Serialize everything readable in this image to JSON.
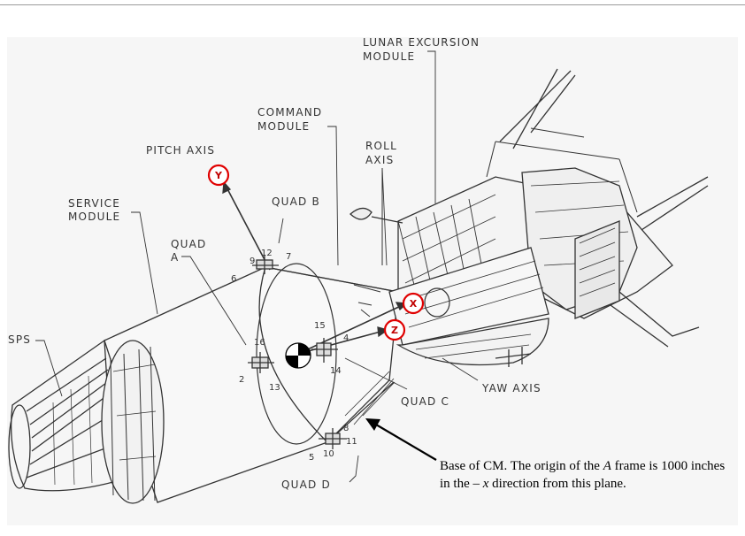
{
  "labels": {
    "lm_line1": "LUNAR EXCURSION",
    "lm_line2": "MODULE",
    "cm_line1": "COMMAND",
    "cm_line2": "MODULE",
    "roll_line1": "ROLL",
    "roll_line2": "AXIS",
    "pitch_axis": "PITCH AXIS",
    "sm_line1": "SERVICE",
    "sm_line2": "MODULE",
    "quad_b": "QUAD B",
    "quad_a_line1": "QUAD",
    "quad_a_line2": "A",
    "sps": "SPS",
    "quad_c": "QUAD C",
    "yaw_axis": "YAW AXIS",
    "quad_d": "QUAD D"
  },
  "axis_markers": {
    "y": "Y",
    "x": "X",
    "z": "Z"
  },
  "thruster_numbers": {
    "n9": "9",
    "n12": "12",
    "n7": "7",
    "n6": "6",
    "n15": "15",
    "n16": "16",
    "n4": "4",
    "n14": "14",
    "n2": "2",
    "n13": "13",
    "n8": "8",
    "n11": "11",
    "n5": "5",
    "n10": "10"
  },
  "caption": {
    "part1": "Base of CM. The origin of the ",
    "frame": "A",
    "part2": " frame is 1000 inches in the – ",
    "axis": "x",
    "part3": " direction from this plane."
  },
  "colors": {
    "marker_red": "#e00000",
    "line_art": "#333333"
  }
}
